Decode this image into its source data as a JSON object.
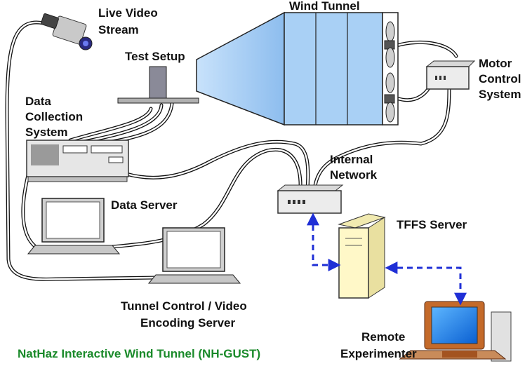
{
  "labels": {
    "live_video": [
      "Live Video",
      "Stream"
    ],
    "wind_tunnel": "Wind Tunnel",
    "test_setup": "Test Setup",
    "motor_control": [
      "Motor",
      "Control",
      "System"
    ],
    "data_collection": [
      "Data",
      "Collection",
      "System"
    ],
    "internal_network": [
      "Internal",
      "Network"
    ],
    "data_server": "Data Server",
    "tffs_server": "TFFS Server",
    "tunnel_control": [
      "Tunnel Control / Video",
      "Encoding Server"
    ],
    "remote": [
      "Remote",
      "Experimenter"
    ]
  },
  "caption": "NatHaz Interactive Wind Tunnel (NH-GUST)",
  "colors": {
    "tunnel": "#9ec8f2",
    "tunnel_dark": "#6fa6dc",
    "arrow": "#1f2fd6",
    "caption": "#1a8a2a",
    "server": "#fff8c8",
    "device": "#e8e8e8"
  }
}
